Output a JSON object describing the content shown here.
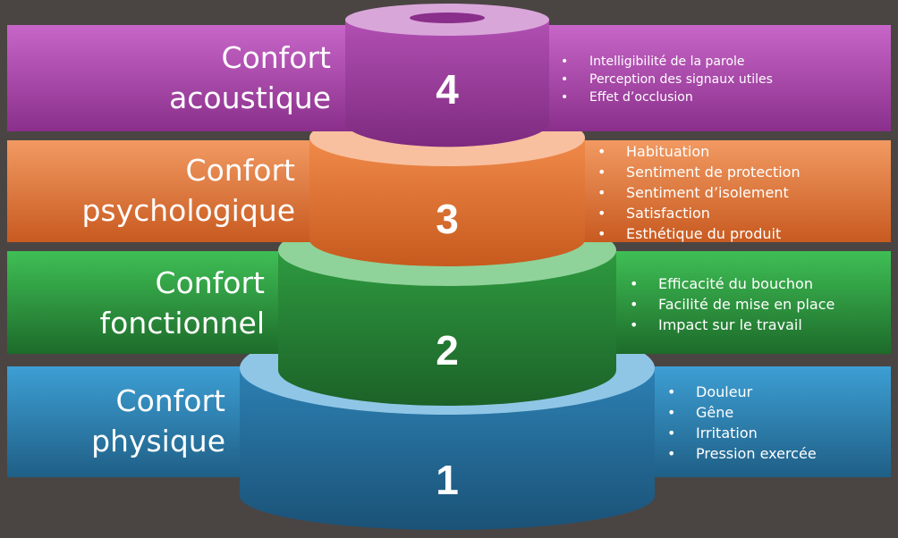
{
  "levels": [
    {
      "number": "1",
      "title_line1": "Confort",
      "title_line2": "physique",
      "items": [
        "Douleur",
        "Gêne",
        "Irritation",
        "Pression exercée"
      ],
      "color": "#2e7fb0"
    },
    {
      "number": "2",
      "title_line1": "Confort",
      "title_line2": "fonctionnel",
      "items": [
        "Efficacité du bouchon",
        "Facilité de mise en place",
        "Impact sur le travail"
      ],
      "color": "#2f8f3f"
    },
    {
      "number": "3",
      "title_line1": "Confort",
      "title_line2": "psychologique",
      "items": [
        "Habituation",
        "Sentiment de protection",
        "Sentiment d’isolement",
        "Satisfaction",
        "Esthétique du produit"
      ],
      "color": "#e27333"
    },
    {
      "number": "4",
      "title_line1": "Confort",
      "title_line2": "acoustique",
      "items": [
        "Intelligibilité de la parole",
        "Perception des signaux utiles",
        "Effet d’occlusion"
      ],
      "color": "#a03da0"
    }
  ]
}
